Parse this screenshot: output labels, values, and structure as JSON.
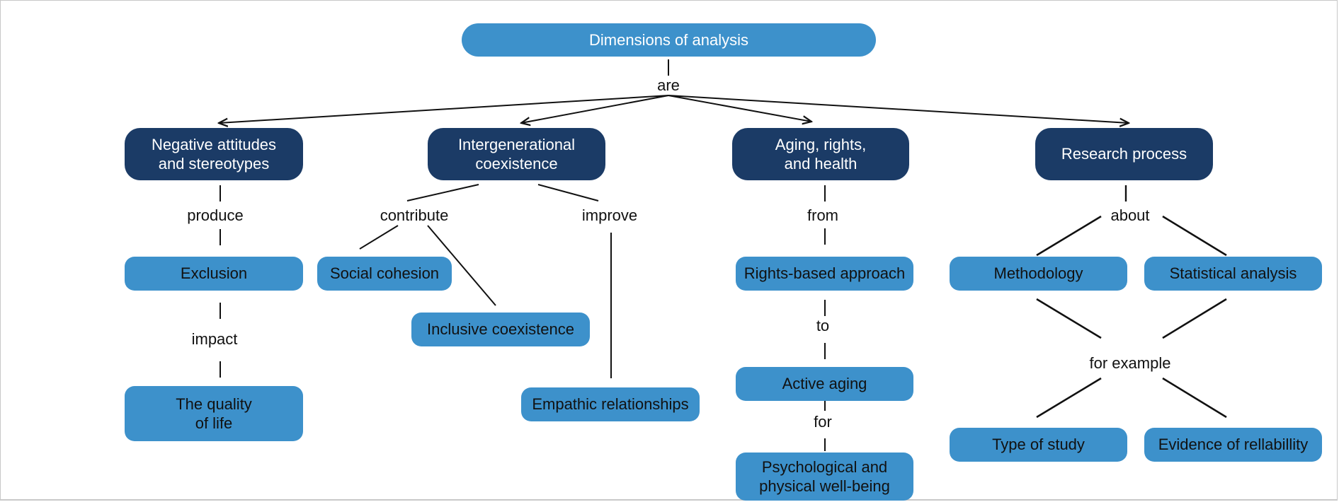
{
  "colors": {
    "root_fill": "#3d91cb",
    "category_fill": "#1b3b66",
    "leaf_fill": "#3d91cb",
    "line": "#111111",
    "category_text": "#ffffff",
    "leaf_text": "#111111"
  },
  "root": {
    "label": "Dimensions of analysis",
    "link_label": "are"
  },
  "categories": [
    {
      "label": "Negative attitudes\nand stereotypes",
      "links": [
        "produce",
        "impact"
      ],
      "nodes": [
        "Exclusion",
        "The quality\nof life"
      ]
    },
    {
      "label": "Intergenerational\ncoexistence",
      "links": [
        "contribute",
        "improve"
      ],
      "nodes": [
        "Social cohesion",
        "Inclusive coexistence",
        "Empathic relationships"
      ]
    },
    {
      "label": "Aging, rights,\nand health",
      "links": [
        "from",
        "to",
        "for"
      ],
      "nodes": [
        "Rights-based approach",
        "Active aging",
        "Psychological and\nphysical well-being"
      ]
    },
    {
      "label": "Research process",
      "links": [
        "about",
        "for example"
      ],
      "nodes": [
        "Methodology",
        "Statistical analysis",
        "Type of study",
        "Evidence of rellabillity"
      ]
    }
  ]
}
